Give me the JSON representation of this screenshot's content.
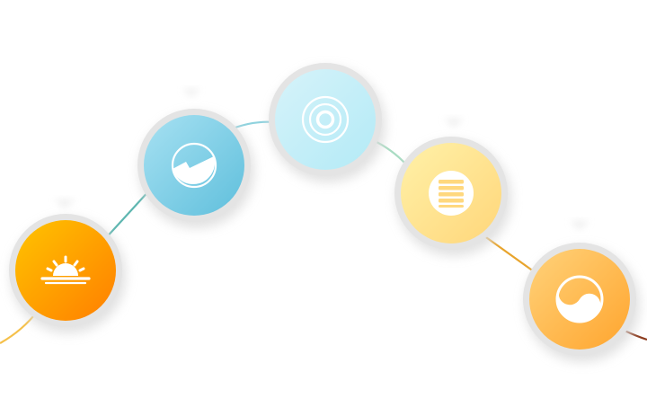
{
  "nodes": [
    {
      "id": "sunrise",
      "icon": "sunrise-icon",
      "colors": [
        "#FFC400",
        "#FF7E00"
      ]
    },
    {
      "id": "gauge",
      "icon": "gauge-icon",
      "colors": [
        "#A7E1F2",
        "#5FBFDC"
      ]
    },
    {
      "id": "target",
      "icon": "target-icon",
      "colors": [
        "#D6F3FA",
        "#B3EAF6"
      ]
    },
    {
      "id": "list",
      "icon": "list-icon",
      "colors": [
        "#FFF1A8",
        "#FFD67A"
      ]
    },
    {
      "id": "yin-yang",
      "icon": "yin-yang-icon",
      "colors": [
        "#FFD27A",
        "#FFA52E"
      ]
    }
  ],
  "connectors": [
    {
      "id": "lead-in",
      "color": "#F5C04A"
    },
    {
      "id": "sunrise-gauge",
      "color": "#5EB6B0"
    },
    {
      "id": "gauge-target",
      "color": "#8FD2DE"
    },
    {
      "id": "target-list",
      "color": "#A9DCC3"
    },
    {
      "id": "list-yinyang",
      "color": "#E8A42C"
    },
    {
      "id": "lead-out",
      "color": "#8B3A1C"
    }
  ],
  "shadow_color": "#DADADA",
  "ring_color": "#E4E4E4"
}
